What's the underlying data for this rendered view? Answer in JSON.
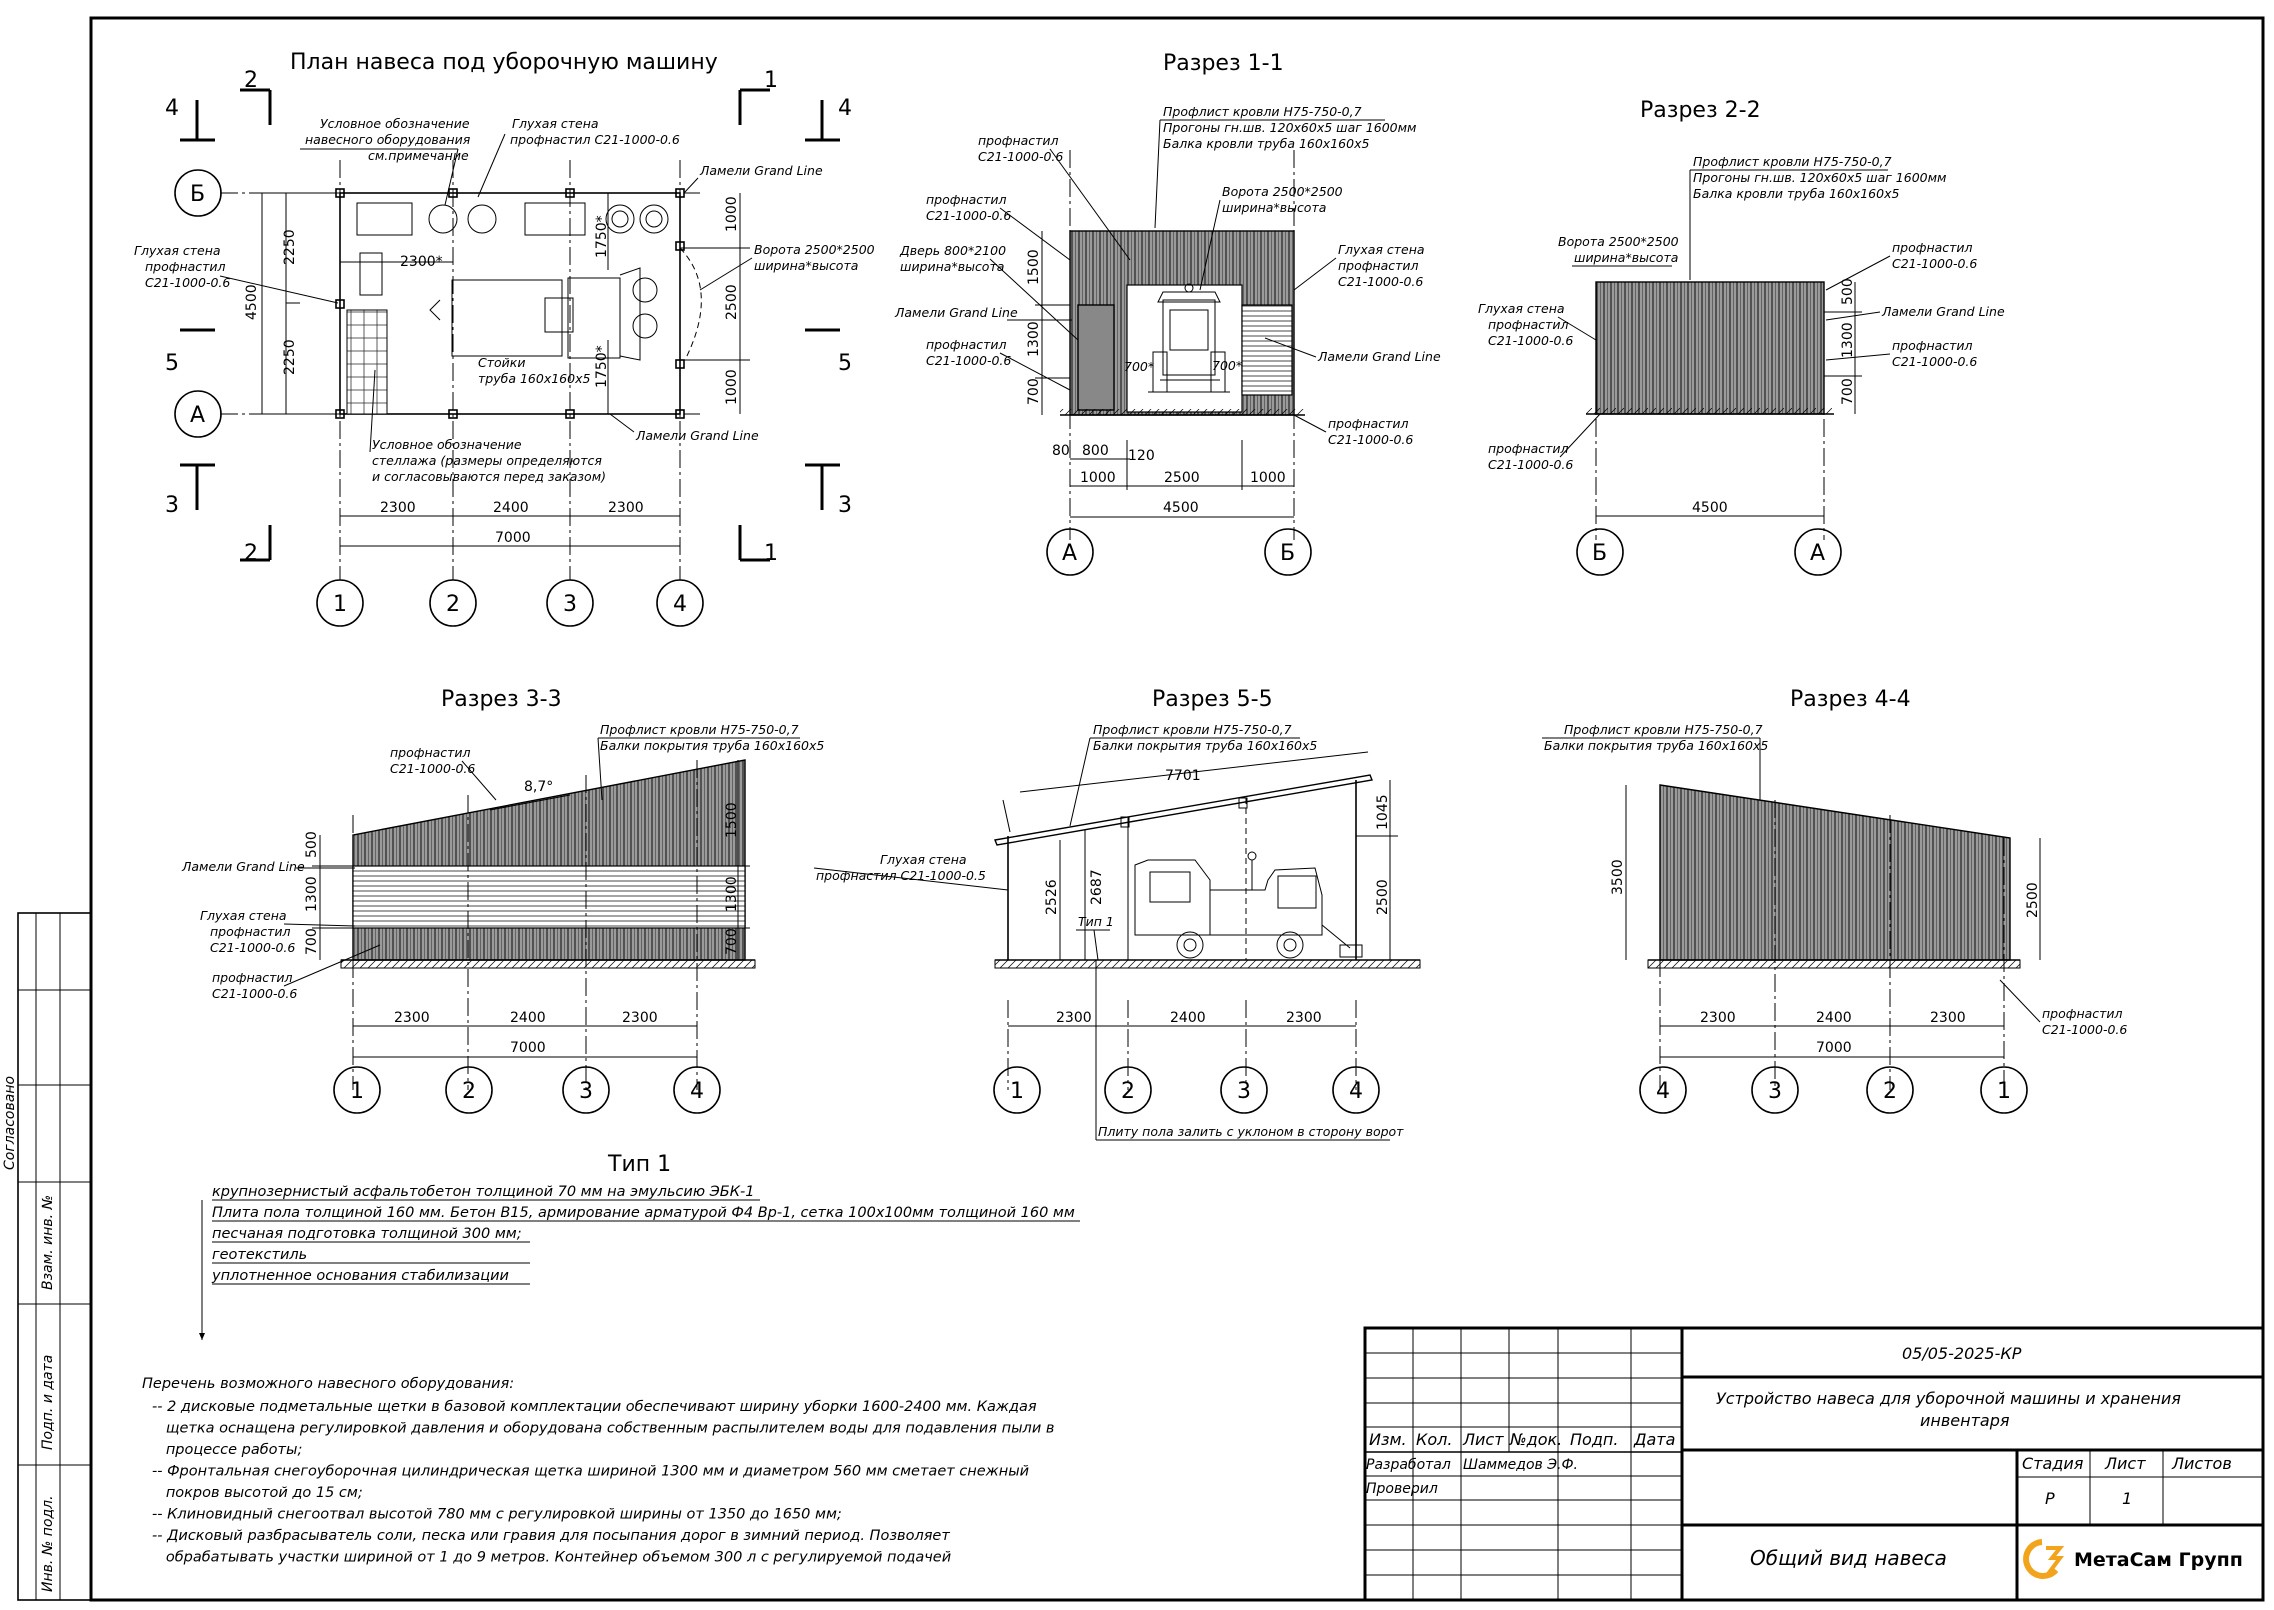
{
  "titles": {
    "plan": "План навеса под уборочную машину",
    "s11": "Разрез 1-1",
    "s22": "Разрез 2-2",
    "s33": "Разрез 3-3",
    "s55": "Разрез 5-5",
    "s44": "Разрез 4-4",
    "tip": "Тип 1"
  },
  "plan": {
    "labels": {
      "equip1": "Условное обозначение",
      "equip2": "навесного оборудования",
      "equip3": "см.примечание",
      "blind1": "Глухая стена",
      "blind2": "профнастил С21-1000-0.6",
      "lam": "Ламели Grand Line",
      "lw1": "Глухая стена",
      "lw2": "профнастил",
      "lw3": "С21-1000-0.6",
      "gate1": "Ворота 2500*2500",
      "gate2": "ширина*высота",
      "posts1": "Стойки",
      "posts2": "труба 160х160х5",
      "shelf1": "Условное обозначение",
      "shelf2": "стеллажа (размеры определяются",
      "shelf3": "и согласовываются перед заказом)",
      "lam2": "Ламели Grand Line"
    },
    "dims": {
      "d2300a": "2300*",
      "d1750a": "1750*",
      "d1750b": "1750*",
      "v4500": "4500",
      "v2250a": "2250",
      "v2250b": "2250",
      "r1000a": "1000",
      "r2500": "2500",
      "r1000b": "1000",
      "b2300a": "2300",
      "b2400": "2400",
      "b2300b": "2300",
      "b7000": "7000"
    },
    "cuts": {
      "c1": "1",
      "c2": "2",
      "c3": "3",
      "c4": "4",
      "c5": "5"
    },
    "axes": {
      "a1": "1",
      "a2": "2",
      "a3": "3",
      "a4": "4",
      "aA": "А",
      "aB": "Б"
    }
  },
  "s11": {
    "roof1": "Профлист кровли Н75-750-0,7",
    "roof2": "Прогоны гн.шв. 120х60х5 шаг 1600мм",
    "roof3": "Балка кровли труба 160х160х5",
    "p1a": "профнастил",
    "p1b": "С21-1000-0.6",
    "p2a": "профнастил",
    "p2b": "С21-1000-0.6",
    "door1": "Дверь 800*2100",
    "door2": "ширина*высота",
    "lam": "Ламели Grand Line",
    "p3a": "профнастил",
    "p3b": "С21-1000-0.6",
    "gate1": "Ворота 2500*2500",
    "gate2": "ширина*высота",
    "bw1": "Глухая стена",
    "bw2": "профнастил",
    "bw3": "С21-1000-0.6",
    "lam2": "Ламели Grand Line",
    "p4a": "профнастил",
    "p4b": "С21-1000-0.6",
    "d1500": "1500",
    "d1300": "1300",
    "d700": "700",
    "d700a": "700*",
    "d700b": "700*",
    "d80": "80",
    "d800": "800",
    "d120": "120",
    "d1000a": "1000",
    "d2500": "2500",
    "d1000b": "1000",
    "d4500": "4500",
    "aA": "А",
    "aB": "Б"
  },
  "s22": {
    "roof1": "Профлист кровли Н75-750-0,7",
    "roof2": "Прогоны гн.шв. 120х60х5 шаг 1600мм",
    "roof3": "Балка кровли труба 160х160х5",
    "gate1": "Ворота 2500*2500",
    "gate2": "ширина*высота",
    "p1a": "профнастил",
    "p1b": "С21-1000-0.6",
    "bw1": "Глухая стена",
    "bw2": "профнастил",
    "bw3": "С21-1000-0.6",
    "lam": "Ламели Grand Line",
    "p2a": "профнастил",
    "p2b": "С21-1000-0.6",
    "p3a": "профнастил",
    "p3b": "С21-1000-0.6",
    "d500": "500",
    "d1300": "1300",
    "d700": "700",
    "d4500": "4500",
    "aB": "Б",
    "aA": "А"
  },
  "s33": {
    "roof1": "Профлист кровли Н75-750-0,7",
    "roof2": "Балки покрытия труба 160х160х5",
    "p1a": "профнастил",
    "p1b": "С21-1000-0.6",
    "angle": "8,7°",
    "lam": "Ламели Grand Line",
    "bw1": "Глухая стена",
    "bw2": "профнастил",
    "bw3": "С21-1000-0.6",
    "p2a": "профнастил",
    "p2b": "С21-1000-0.6",
    "d500": "500",
    "d1300": "1300",
    "d700": "700",
    "r1500": "1500",
    "r1300": "1300",
    "r700": "700",
    "b2300a": "2300",
    "b2400": "2400",
    "b2300b": "2300",
    "b7000": "7000",
    "a1": "1",
    "a2": "2",
    "a3": "3",
    "a4": "4"
  },
  "s55": {
    "roof1": "Профлист кровли Н75-750-0,7",
    "roof2": "Балки покрытия труба 160х160х5",
    "d7701": "7701",
    "bw1": "Глухая стена",
    "bw2": "профнастил С21-1000-0.5",
    "tip": "Тип 1",
    "d2526": "2526",
    "d2687": "2687",
    "d1045": "1045",
    "d2500": "2500",
    "b2300a": "2300",
    "b2400": "2400",
    "b2300b": "2300",
    "slab": "Плиту пола залить с уклоном в сторону ворот",
    "a1": "1",
    "a2": "2",
    "a3": "3",
    "a4": "4"
  },
  "s44": {
    "roof1": "Профлист кровли Н75-750-0,7",
    "roof2": "Балки покрытия труба 160х160х5",
    "d3500": "3500",
    "d2500": "2500",
    "p1a": "профнастил",
    "p1b": "С21-1000-0.6",
    "b2300a": "2300",
    "b2400": "2400",
    "b2300b": "2300",
    "b7000": "7000",
    "a4": "4",
    "a3": "3",
    "a2": "2",
    "a1": "1"
  },
  "layers": [
    "крупнозернистый асфальтобетон толщиной 70 мм на эмульсию ЭБК-1",
    "Плита пола  толщиной 160 мм. Бетон В15, армирование арматурой Ф4 Вр-1, сетка 100х100мм толщиной 160 мм",
    "песчаная подготовка толщиной 300 мм;",
    "геотекстиль",
    "уплотненное основания стабилизации"
  ],
  "notes": {
    "head": "Перечень возможного навесного оборудования:",
    "lines": [
      "-- 2 дисковые подметальные щетки в базовой комплектации обеспечивают ширину уборки 1600-2400 мм. Каждая",
      "   щетка оснащена регулировкой давления и оборудована собственным распылителем воды для подавления пыли в",
      "   процессе работы;",
      "-- Фронтальная снегоуборочная цилиндрическая щетка шириной 1300 мм и диаметром 560 мм сметает снежный",
      "   покров высотой до 15 см;",
      "-- Клиновидный снегоотвал высотой 780 мм с регулировкой ширины от 1350 до 1650 мм;",
      "-- Дисковый разбрасыватель соли, песка или гравия для посыпания дорог в зимний период. Позволяет",
      "   обрабатывать участки шириной от 1 до 9 метров. Контейнер объемом 300 л с регулируемой подачей"
    ]
  },
  "sidebar": {
    "agreed": "Согласовано",
    "vzam": "Взам. инв. №",
    "podp": "Подп. и дата",
    "inv": "Инв. № подл."
  },
  "titleblock": {
    "code": "05/05-2025-КР",
    "project": "Устройство навеса для уборочной машины и хранения",
    "project2": "инвентаря",
    "sheetname": "Общий вид навеса",
    "h_izm": "Изм.",
    "h_kol": "Кол.",
    "h_list": "Лист",
    "h_ndok": "№док.",
    "h_podp": "Подп.",
    "h_data": "Дата",
    "razr": "Разработал",
    "razr_name": "Шаммедов Э.Ф.",
    "prov": "Проверил",
    "stage_h": "Стадия",
    "list_h": "Лист",
    "listov_h": "Листов",
    "stage": "Р",
    "list": "1",
    "listov": "",
    "company": "МетаСам Групп"
  },
  "colors": {
    "line": "#000000",
    "fill_gray": "#888888",
    "logo_orange": "#f2a41c"
  }
}
